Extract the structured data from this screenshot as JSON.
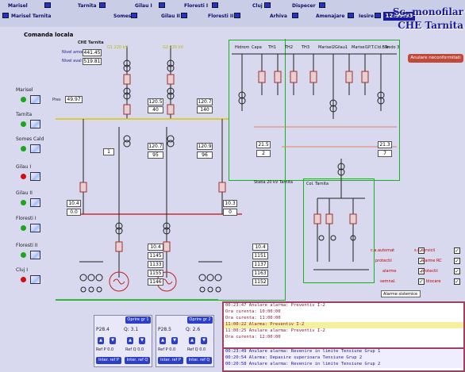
{
  "topbar": {
    "row1": [
      "Marisel",
      "Tarnita",
      "Gilau I",
      "Floresti I",
      "Cluj",
      "Dispecer",
      "Iesire"
    ],
    "row2": [
      "Marisel Tarnita",
      "Somes",
      "Gilau II",
      "Floresti II",
      "Arhiva",
      "Amenajare"
    ],
    "clock": "12:39:53",
    "brand_line1": "Sc. monofilar",
    "brand_line2": "CHE Tarnita"
  },
  "page_title": "Comanda locala",
  "che_box": {
    "title": "CHE Tarnita",
    "val1": "441.45",
    "val2": "519.81",
    "lbl1": "Nivel amonte",
    "lbl2": "Nivel aval"
  },
  "sidebar": [
    {
      "label": "Marisel",
      "color": "#1aa81a"
    },
    {
      "label": "Tarnita",
      "color": "#1aa81a"
    },
    {
      "label": "Somes Cald",
      "color": "#1aa81a"
    },
    {
      "label": "Gilau I",
      "color": "#d01010"
    },
    {
      "label": "Gilau II",
      "color": "#1aa81a"
    },
    {
      "label": "Floresti I",
      "color": "#1aa81a"
    },
    {
      "label": "Floresti II",
      "color": "#1aa81a"
    },
    {
      "label": "Cluj I",
      "color": "#d01010"
    }
  ],
  "values": {
    "pres": "49.97",
    "g1_u": "120.5",
    "g1_i": "40",
    "g2_u": "120.7",
    "g2_i": "140",
    "t1_p": "120.7",
    "t1_q": "95",
    "t2_p": "120.9",
    "t2_q": "96",
    "tr1": "1",
    "ts1_a": "10.4",
    "ts1_b": "0.0",
    "ts2_a": "10.3",
    "ts2_b": "0",
    "tsum1_a": "21.5",
    "tsum1_b": "2",
    "tsum2_a": "21.3",
    "tsum2_b": "7",
    "grp1": [
      "10.4",
      "1145",
      "1133",
      "1155",
      "1146"
    ],
    "grp2": [
      "10.4",
      "1151",
      "1137",
      "1163",
      "1152"
    ]
  },
  "bus_labels": [
    "Hidrom",
    "Capa",
    "TH1",
    "TH2",
    "TH3",
    "Marisel2",
    "Gilau1",
    "Marisel1",
    "P.T.Cld.Bar",
    "Tredo 3"
  ],
  "statia_label": "Statia 20 kV Tarnita",
  "col_label": "Col. Tarnita",
  "red_button": "Anulare neconformitati",
  "checkboxes_left": [
    "c.a.automat",
    "protectii",
    "alarme",
    "semnal."
  ],
  "checkboxes_right": [
    "s.c.servicii",
    "alarme RC",
    "protectii",
    "blocare"
  ],
  "select": {
    "value": "Alarme sistemice"
  },
  "controls": [
    {
      "title": "Oprire gr 1",
      "p": "P28.4",
      "q": "Q: 3.1",
      "s1": "Ref P 0.0",
      "s2": "Ref Q 0.0",
      "b1": "Inter. ref P",
      "b2": "Inter. ref Q"
    },
    {
      "title": "Oprire gr 2",
      "p": "P28.5",
      "q": "Q: 2.6",
      "s1": "Ref P 0.0",
      "s2": "Ref Q 0.0",
      "b1": "Inter. ref P",
      "b2": "Inter. ref Q"
    }
  ],
  "alarms_top": [
    {
      "text": "00:23:47 Anulare alarma: Preventiv I-2",
      "hl": false
    },
    {
      "text": "  Ora curenta: 10:00:00",
      "hl": false
    },
    {
      "text": "  Ora curenta: 11:00:00",
      "hl": false
    },
    {
      "text": "11:00:22 Alarma:          Preventiv I-2",
      "hl": true
    },
    {
      "text": "11:00:25 Anulare alarma: Preventiv I-2",
      "hl": false
    },
    {
      "text": "  Ora curenta: 12:00:00",
      "hl": false
    }
  ],
  "alarms_bottom": [
    "00:23:49 Anulare alarma:  Revenire in limite Tensiune  Grup 1",
    "00:20:54 Alarma:          Depasire superioara Tensiune  Grup 2",
    "00:20:58 Anulare alarma:  Revenire in limite Tensiune  Grup 2"
  ]
}
